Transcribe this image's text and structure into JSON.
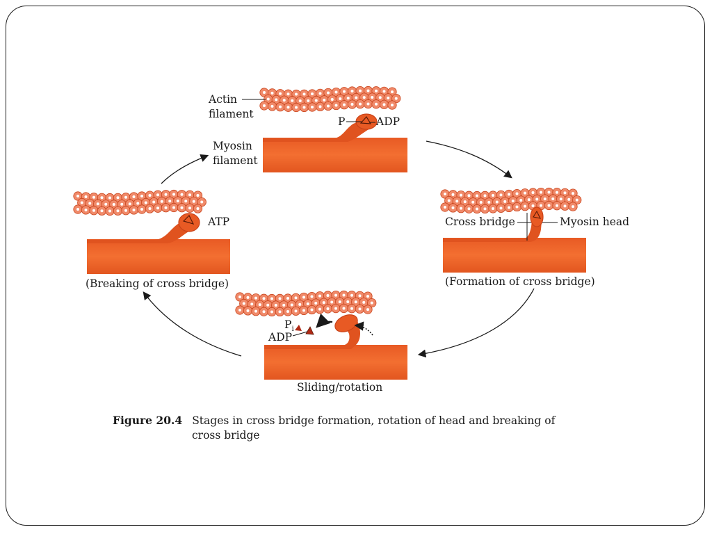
{
  "diagram": {
    "labels": {
      "actin": "Actin",
      "filament1": "filament",
      "myosin": "Myosin",
      "filament2": "filament",
      "p_top": "P",
      "adp_top": "ADP",
      "atp": "ATP",
      "cross_bridge": "Cross bridge",
      "myosin_head": "Myosin head",
      "p_bottom": "P",
      "p_bottom_sub": "i",
      "adp_bottom": "ADP"
    },
    "stages": {
      "breaking": "(Breaking of cross bridge)",
      "formation": "(Formation of cross bridge)",
      "sliding": "Sliding/rotation"
    },
    "caption": {
      "figure_number": "Figure 20.4",
      "line1": "Stages in cross bridge formation, rotation of head and breaking of",
      "line2": "cross bridge"
    },
    "colors": {
      "myosin_body": "#f0692c",
      "myosin_dark": "#c9431a",
      "actin_bead": "#f08a6a",
      "actin_dot": "#ffffff",
      "text": "#1a1a1a"
    }
  }
}
